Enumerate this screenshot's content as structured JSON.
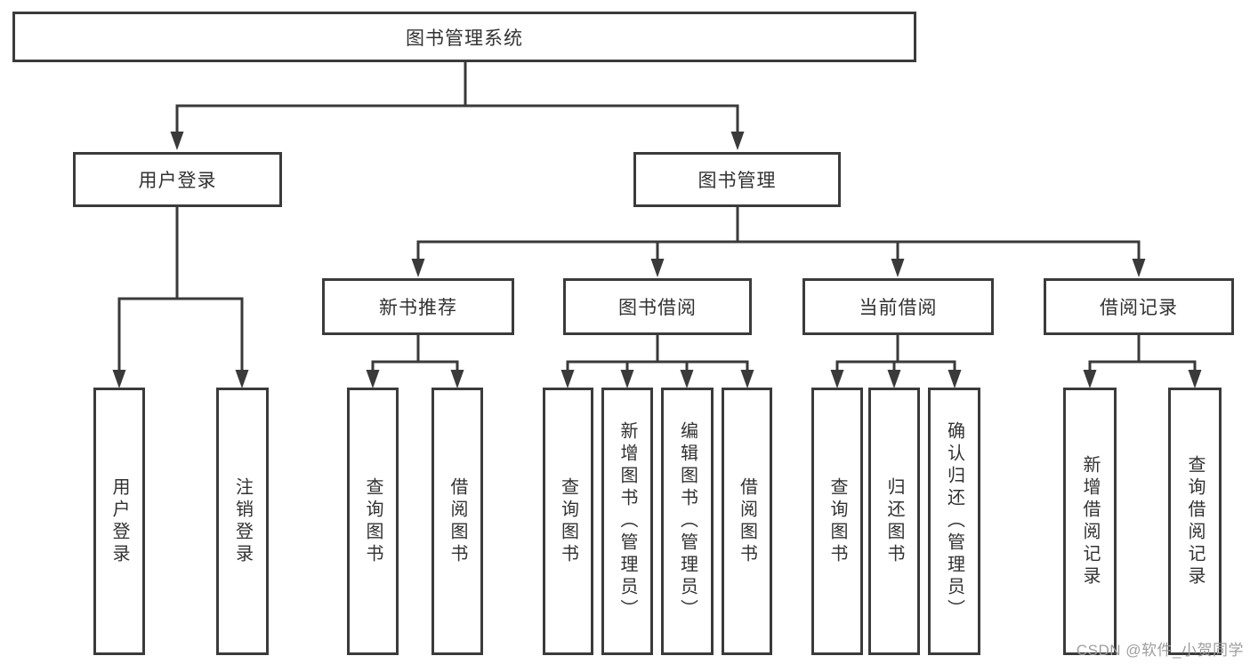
{
  "tree": {
    "root": {
      "label": "图书管理系统",
      "children": [
        {
          "label": "用户登录",
          "children": [
            {
              "label": "用户登录"
            },
            {
              "label": "注销登录"
            }
          ]
        },
        {
          "label": "图书管理",
          "children": [
            {
              "label": "新书推荐",
              "children": [
                {
                  "label": "查询图书"
                },
                {
                  "label": "借阅图书"
                }
              ]
            },
            {
              "label": "图书借阅",
              "children": [
                {
                  "label": "查询图书"
                },
                {
                  "label": "新增图书（管理员）"
                },
                {
                  "label": "编辑图书（管理员）"
                },
                {
                  "label": "借阅图书"
                }
              ]
            },
            {
              "label": "当前借阅",
              "children": [
                {
                  "label": "查询图书"
                },
                {
                  "label": "归还图书"
                },
                {
                  "label": "确认归还（管理员）"
                }
              ]
            },
            {
              "label": "借阅记录",
              "children": [
                {
                  "label": "新增借阅记录"
                },
                {
                  "label": "查询借阅记录"
                }
              ]
            }
          ]
        }
      ]
    }
  },
  "watermark": {
    "text": "CSDN @软件_小贺同学"
  },
  "colors": {
    "background": "#ffffff",
    "box_fill": "#ffffff",
    "box_border": "#3b3b3b",
    "line": "#3a3a3a",
    "text": "#323232",
    "watermark": "#9e9e9e"
  }
}
